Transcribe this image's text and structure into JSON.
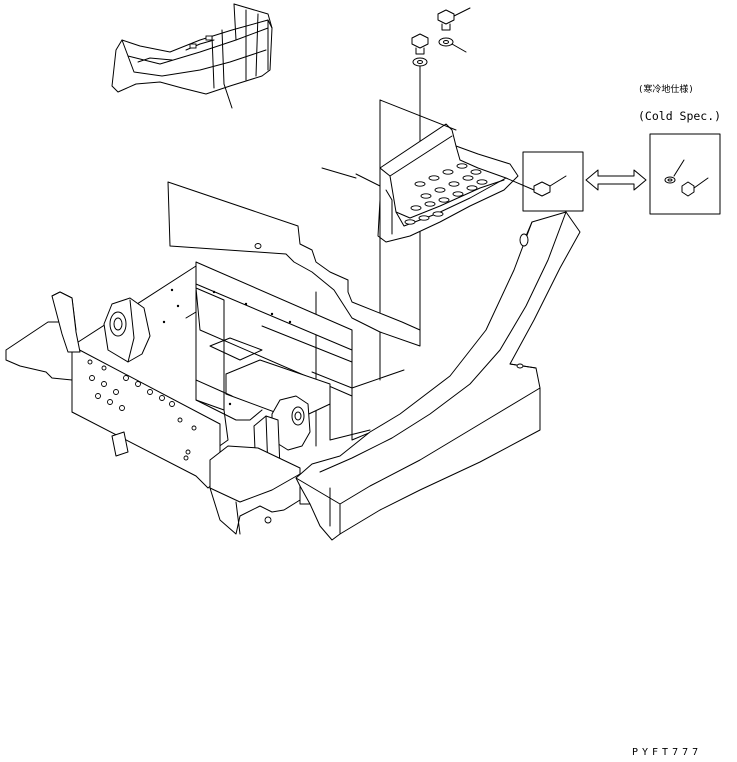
{
  "labels": {
    "spec_jp": "(寒冷地仕様)",
    "spec_en": "(Cold Spec.)",
    "drawing_code": "PYFT777"
  },
  "colors": {
    "line": "#000000",
    "background": "#ffffff"
  },
  "icons": {
    "detail_swap": "double-arrow-icon"
  }
}
